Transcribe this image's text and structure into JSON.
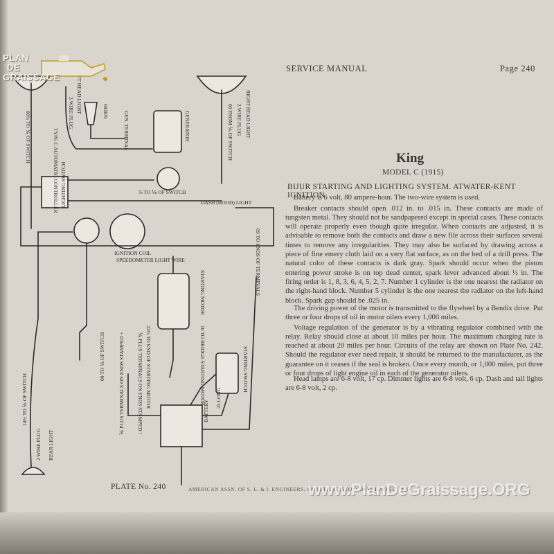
{
  "watermark_logo": {
    "line1": "PLAN",
    "line2": "DE",
    "line3": "GRAISSAGE"
  },
  "header": {
    "left": "SERVICE MANUAL",
    "right": "Page 240"
  },
  "title": "King",
  "model": "MODEL C (1915)",
  "systems": "BIJUR STARTING AND LIGHTING SYSTEM. ATWATER-KENT IGNITION",
  "paragraphs": [
    "Battery is 6 volt, 80 ampere-hour. The two-wire system is used.",
    "Breaker contacts should open .012 in. to .015 in. These contacts are made of tungsten metal. They should not be sandpapered except in special cases. These contacts will operate properly even though quite irregular. When contacts are adjusted, it is advisable to remove both the contacts and draw a new file across their surfaces several times to remove any irregularities. They may also be surfaced by drawing across a piece of fine emery cloth laid on a very flat surface, as on the bed of a drill press. The natural color of these contacts is dark gray. Spark should occur when the piston entering power stroke is on top dead center, spark lever advanced about ½ in. The firing order is 1, 8, 3, 6, 4, 5, 2, 7. Number 1 cylinder is the one nearest the radiator on the right-hand block. Number 5 cylinder is the one nearest the radiator on the left-hand block. Spark gap should be .025 in.",
    "The driving power of the motor is transmitted to the flywheel by a Bendix drive. Put three or four drops of oil in motor oilers every 1,000 miles.",
    "Voltage regulation of the generator is by a vibrating regulator combined with the relay. Relay should close at about 10 miles per hour. The maximum charging rate is reached at about 20 miles per hour. Circuits of the relay are shown on Plate No. 242. Should the regulator ever need repair, it should be returned to the manufacturer, as the guarantee on it ceases if the seal is broken. Once every month, or 1,000 miles, put three or four drops of light engine oil in each of the generator oilers.",
    "Head lamps are 6-8 volt, 17 cp. Dimmer lights are 6-8 volt, 6 cp. Dash and tail lights are 6-8 volt, 2 cp."
  ],
  "plate": "PLATE No. 240",
  "credit": "AMERICAN ASSN. OF S. L. & I. ENGINEERS, SAN FRANCISCO. COPYRIGHTED 1919",
  "watermark_url": "www.PlanDeGraissage.ORG",
  "diagram_labels": {
    "left_head_light": "LEFT HEAD LIGHT",
    "right_head_light": "RIGHT HEAD LIGHT",
    "three_wire_plug": "3 WIRE PLUG",
    "two_wire_plug_top": "2 WIRE PLUG",
    "horn": "HORN",
    "generator": "GENERATOR",
    "to_gen_terminal": "GEN. TERMINAL",
    "to_switch_left": "00⅔ TO ⅙ OF SWITCH",
    "to_switch_right": "00 FROM ⅙ OF SWITCH",
    "controller": "TYPE C AUTOMATIC CONTROLLER",
    "switch_wire": "⅞ TO ⅙ OF SWITCH",
    "dash_light": "DASH (HOOD) LIGHT",
    "lighting_switch": "LIGHTING SWITCH",
    "ignition_coil": "IGNITION COIL",
    "speedometer": "SPEEDOMETER LIGHT WIRE",
    "starting_motor": "STARTING MOTOR",
    "to_ends_terminals": "0S TO ENDS OF TERMINALS",
    "plus_terminals": "⅙ PLUS TERMINALS ON ENDS STAMPED !",
    "plus_terminals_2": "⅙ PLUS TERMINALS ON ENDS STAMPED +",
    "starting_switch": "STARTING SWITCH",
    "to_bridge_motor": "10 TO BRIDGE STARTING MOTOR",
    "to_end_of": "23½ TO END OF STARTING MOTOR",
    "battery": "BATTERY",
    "long": "25 LONG",
    "to_switch_lower": "00 TO ⅙ OF SWITCH",
    "to_switch_rear": "14⅔ TO ⅙ OF SWITCH",
    "two_wire_plug": "2 WIRE PLUG",
    "rear_light": "REAR LIGHT"
  }
}
